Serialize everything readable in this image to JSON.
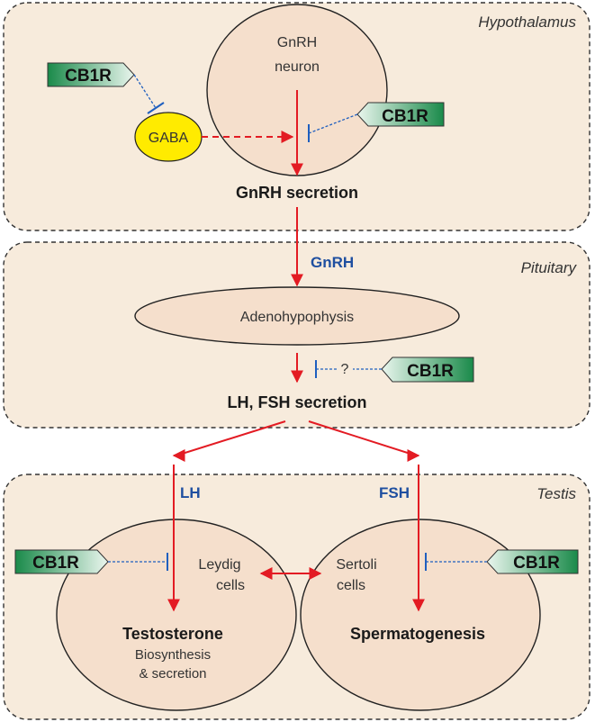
{
  "regions": {
    "hypothalamus": "Hypothalamus",
    "pituitary": "Pituitary",
    "testis": "Testis"
  },
  "nodes": {
    "gnrh_neuron_line1": "GnRH",
    "gnrh_neuron_line2": "neuron",
    "gaba": "GABA",
    "gnrh_secretion": "GnRH secretion",
    "gnrh_hormone": "GnRH",
    "adenohypophysis": "Adenohypophysis",
    "question_mark": "?",
    "lh_fsh_secretion": "LH, FSH secretion",
    "lh": "LH",
    "fsh": "FSH",
    "leydig_line1": "Leydig",
    "leydig_line2": "cells",
    "sertoli_line1": "Sertoli",
    "sertoli_line2": "cells",
    "testosterone": "Testosterone",
    "biosynthesis_line1": "Biosynthesis",
    "biosynthesis_line2": "& secretion",
    "spermatogenesis": "Spermatogenesis"
  },
  "receptor_label": "CB1R",
  "colors": {
    "region_fill": "#f7ebdc",
    "cell_fill": "#f5dfcc",
    "gaba_fill": "#ffeb00",
    "arrow_red": "#e31b23",
    "inhibit_blue": "#1f5fbf",
    "hormone_blue": "#1f4fa0",
    "receptor_green_dark": "#1a8a4a",
    "receptor_green_light": "#eaf6ee"
  }
}
